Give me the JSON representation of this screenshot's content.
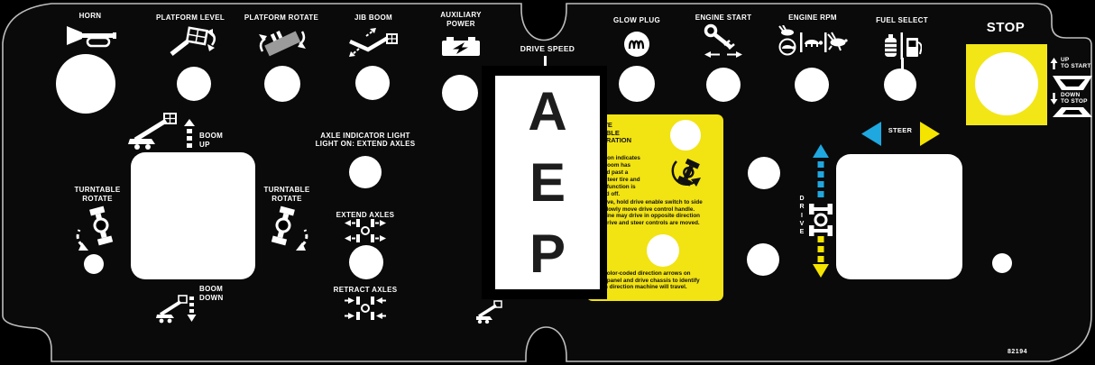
{
  "panel": {
    "part_number": "82194",
    "description": "aerial work platform control console decal"
  },
  "labels": {
    "horn": "HORN",
    "platform_level": "PLATFORM LEVEL",
    "platform_rotate": "PLATFORM ROTATE",
    "jib_boom": "JIB BOOM",
    "auxiliary_power": "AUXILIARY\nPOWER",
    "drive_speed": "DRIVE SPEED",
    "glow_plug": "GLOW PLUG",
    "engine_start": "ENGINE START",
    "engine_rpm": "ENGINE RPM",
    "fuel_select": "FUEL SELECT",
    "stop": "STOP",
    "up_hint": "UP\nTO START",
    "down_hint": "DOWN\nTO STOP",
    "boom_up": "BOOM\nUP",
    "boom_down": "BOOM\nDOWN",
    "turntable_rotate_left": "TURNTABLE\nROTATE",
    "turntable_rotate_right": "TURNTABLE\nROTATE",
    "axle_indicator": "AXLE INDICATOR LIGHT\nLIGHT ON: EXTEND AXLES",
    "extend_axles": "EXTEND AXLES",
    "retract_axles": "RETRACT AXLES",
    "steer": "STEER",
    "drive": "D\nR\nI\nV\nE",
    "part_number": "82194"
  },
  "aep_badge": "A\nE\nP",
  "sticker": {
    "title": "DRIVE\nENABLE\nOPERATION",
    "para1": "Light on indicates\nthat boom has\nmoved past a\nrear-steer tire and\ndrive function is\nturned off.",
    "para2": "To drive, hold drive enable switch to side\nand slowly move drive control handle.\nMachine may drive in opposite direction\nthat drive and steer controls are moved.",
    "para3": "Use color-coded direction arrows on\ndrive panel and drive chassis to identify\nwhich direction machine will travel."
  },
  "colors": {
    "accent_blue": "#1fa7e0",
    "accent_yellow": "#f5e400",
    "stop_yellow": "#f2e617",
    "sticker_yellow": "#f2e312",
    "panel_outline": "#bdbdbd"
  },
  "icons": {
    "horn": "horn-trumpet-icon",
    "platform_level": "platform-level-icon",
    "platform_rotate": "platform-rotate-icon",
    "jib_boom": "jib-boom-icon",
    "auxiliary_power": "battery-lightning-icon",
    "glow_plug": "glow-plug-coil-icon",
    "engine_start": "key-icon",
    "engine_rpm": "rabbit-turtle-icon",
    "fuel_select": "propane-gas-pump-icon",
    "boom_up": "boom-raise-icon",
    "boom_down": "boom-lower-icon",
    "turntable_rotate": "turntable-rotate-icon",
    "extend_axles": "axles-extend-icon",
    "retract_axles": "axles-retract-icon",
    "steer_left": "steer-left-blue-arrow-icon",
    "steer_right": "steer-right-yellow-arrow-icon",
    "drive_forward": "drive-forward-blue-arrow-icon",
    "drive_reverse": "drive-reverse-yellow-arrow-icon",
    "up_to_start": "switch-up-trapezoid-icon",
    "down_to_stop": "switch-down-trapezoid-icon"
  }
}
